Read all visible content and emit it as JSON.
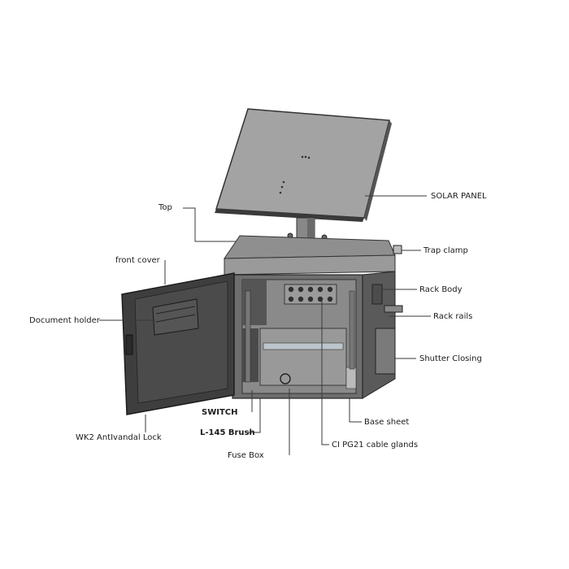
{
  "diagram": {
    "type": "exploded-view",
    "subject": "Outdoor solar-powered equipment cabinet",
    "colors": {
      "background": "#ffffff",
      "metal_light": "#9b9b9b",
      "metal_mid": "#7a7a7a",
      "metal_dark": "#4a4a4a",
      "metal_darkest": "#2e2e2e",
      "leader_line": "#3a3a3a",
      "text": "#1c1c1c"
    },
    "labels": {
      "solar_panel": "SOLAR PANEL",
      "top": "Top",
      "trap_clamp": "Trap clamp",
      "front_cover": "front cover",
      "rack_body": "Rack Body",
      "document_holder": "Document holder",
      "rack_rails": "Rack rails",
      "shutter_closing": "Shutter Closing",
      "switch": "SWITCH",
      "base_sheet": "Base sheet",
      "l145_brush": "L-145 Brush",
      "wk2_lock": "WK2 AntIvandal Lock",
      "cable_glands": "CI PG21 cable glands",
      "fuse_box": "Fuse Box"
    }
  }
}
